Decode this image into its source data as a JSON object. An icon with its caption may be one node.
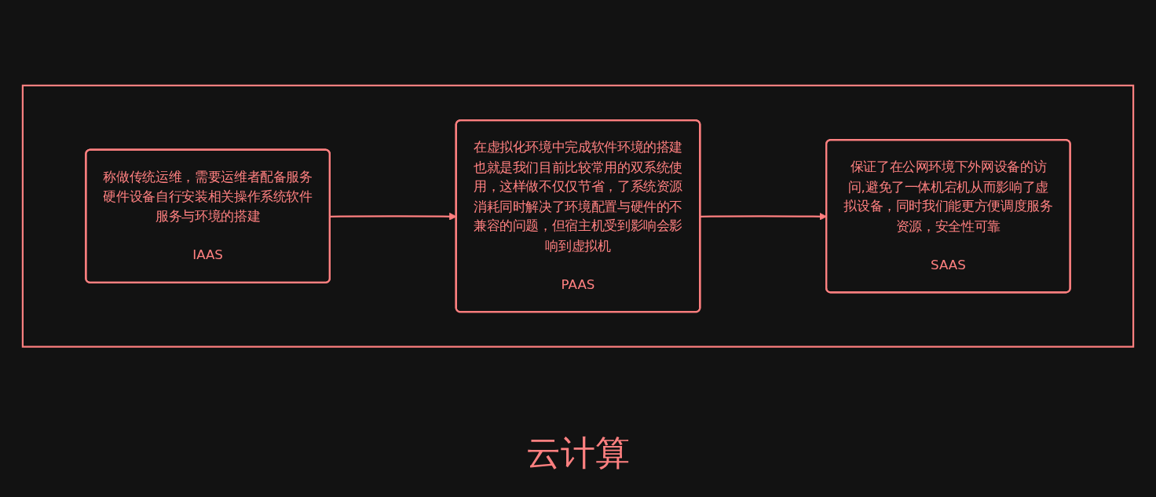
{
  "diagram": {
    "title": "云计算",
    "nodes": [
      {
        "text": [],
        "shape": "box"
      },
      {
        "text": [
          "称做传统运维，需要运维者配备服务硬件设备自行安装相关操作系统软件服务与环境的搭建",
          "IAAS"
        ],
        "in": 0
      },
      {
        "text": [
          "在虚拟化环境中完成软件环境的搭建也就是我们目前比较常用的双系统使用，这样做不仅仅节省，了系统资源消耗同时解决了环境配置与硬件的不兼容的问题，但宿主机受到影响会影响到虚拟机",
          "PAAS"
        ],
        "in": 0
      },
      {
        "text": [
          "保证了在公网环境下外网设备的访问,避免了一体机宕机从而影响了虚拟设备，同时我们能更方便调度服务资源，安全性可靠",
          "SAAS"
        ],
        "in": 0
      }
    ],
    "edges": [
      {
        "from": 1,
        "to": 2,
        "arrow": "to"
      },
      {
        "from": 2,
        "to": 3,
        "arrow": "to"
      }
    ]
  }
}
